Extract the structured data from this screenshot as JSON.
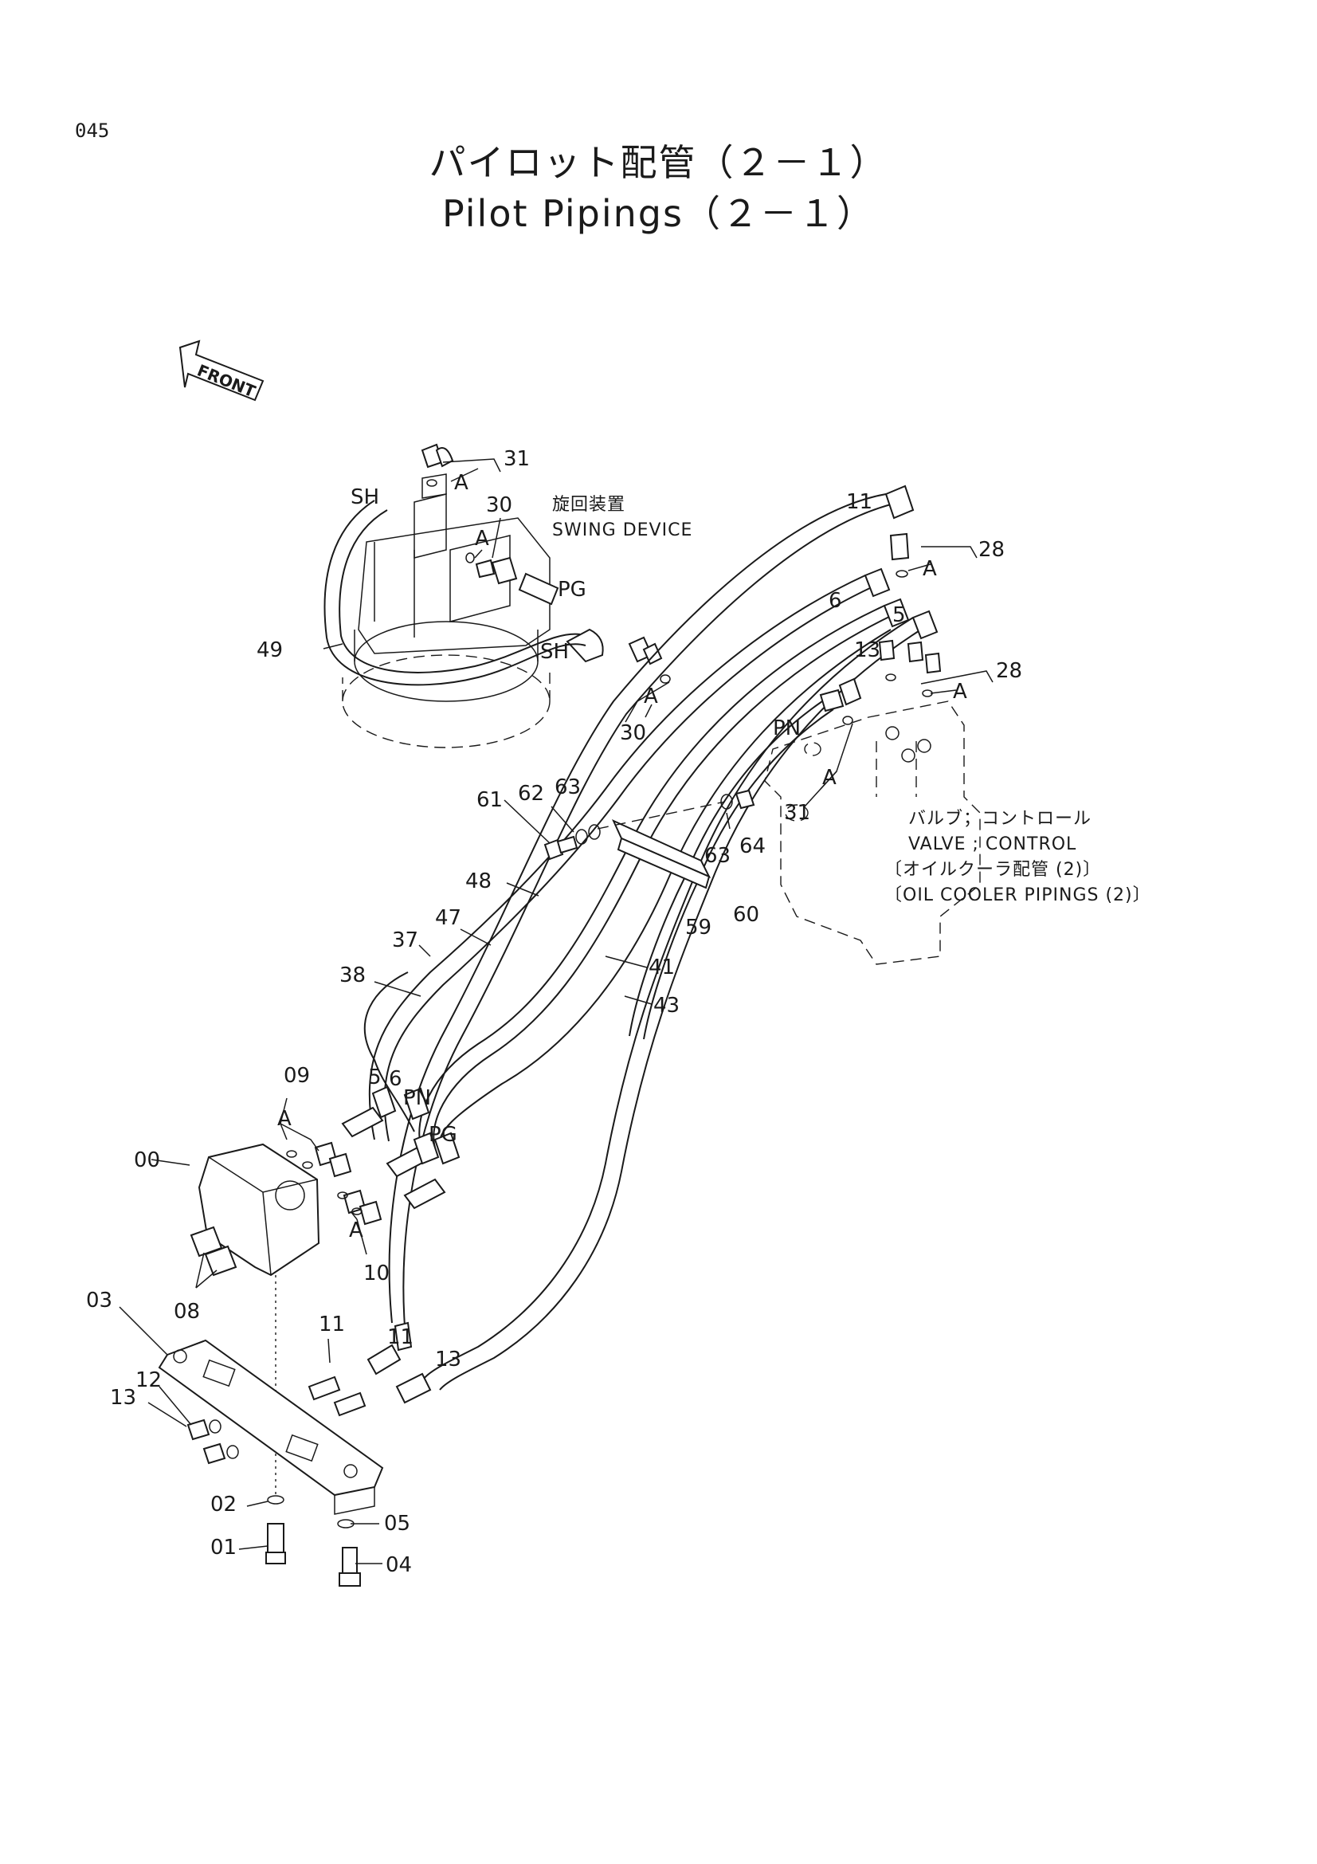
{
  "page_number": "045",
  "title": {
    "japanese": "パイロット配管（２－１）",
    "english": "Pilot Pipings（２－１）"
  },
  "front_arrow": {
    "label": "FRONT"
  },
  "assemblies": {
    "swing_device": {
      "label_ja": "旋回装置",
      "label_en": "SWING DEVICE"
    },
    "control_valve": {
      "label_ja": "バルブ；コントロール",
      "label_en": "VALVE ; CONTROL",
      "ref_ja": "〔オイルクーラ配管 (2)〕",
      "ref_en": "〔OIL COOLER PIPINGS (2)〕"
    }
  },
  "port_labels": {
    "sh": "SH",
    "pg": "PG",
    "pn": "PN",
    "a": "A",
    "five": "5",
    "six": "6"
  },
  "callouts": {
    "c31": "31",
    "c30": "30",
    "c28": "28",
    "c49": "49",
    "c11": "11",
    "c13": "13",
    "c61": "61",
    "c62": "62",
    "c63": "63",
    "c64": "64",
    "c60": "60",
    "c59": "59",
    "c48": "48",
    "c47": "47",
    "c37": "37",
    "c38": "38",
    "c41": "41",
    "c43": "43",
    "c09": "09",
    "c00": "00",
    "c08": "08",
    "c10": "10",
    "c03": "03",
    "c12": "12",
    "c02": "02",
    "c01": "01",
    "c05": "05",
    "c04": "04"
  }
}
